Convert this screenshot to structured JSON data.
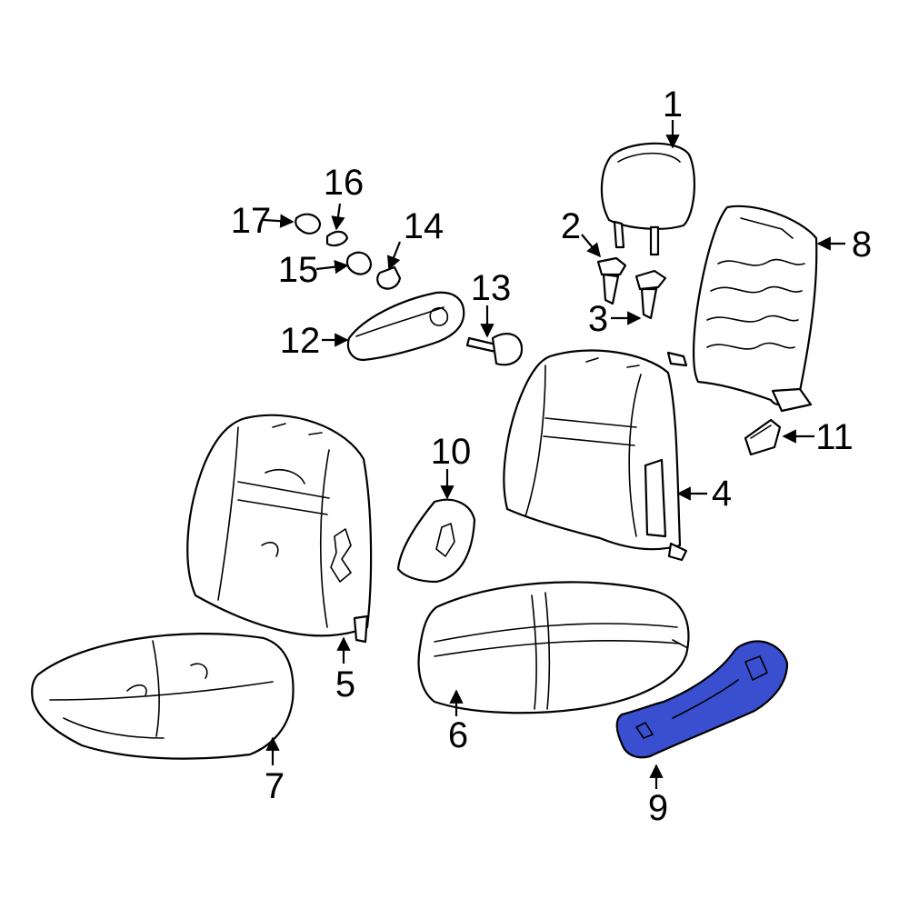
{
  "diagram": {
    "highlight_color": "#3a4fcf",
    "highlighted_part": "9",
    "callouts": [
      {
        "id": "1",
        "label": "1"
      },
      {
        "id": "2",
        "label": "2"
      },
      {
        "id": "3",
        "label": "3"
      },
      {
        "id": "4",
        "label": "4"
      },
      {
        "id": "5",
        "label": "5"
      },
      {
        "id": "6",
        "label": "6"
      },
      {
        "id": "7",
        "label": "7"
      },
      {
        "id": "8",
        "label": "8"
      },
      {
        "id": "9",
        "label": "9"
      },
      {
        "id": "10",
        "label": "10"
      },
      {
        "id": "11",
        "label": "11"
      },
      {
        "id": "12",
        "label": "12"
      },
      {
        "id": "13",
        "label": "13"
      },
      {
        "id": "14",
        "label": "14"
      },
      {
        "id": "15",
        "label": "15"
      },
      {
        "id": "16",
        "label": "16"
      },
      {
        "id": "17",
        "label": "17"
      }
    ]
  }
}
